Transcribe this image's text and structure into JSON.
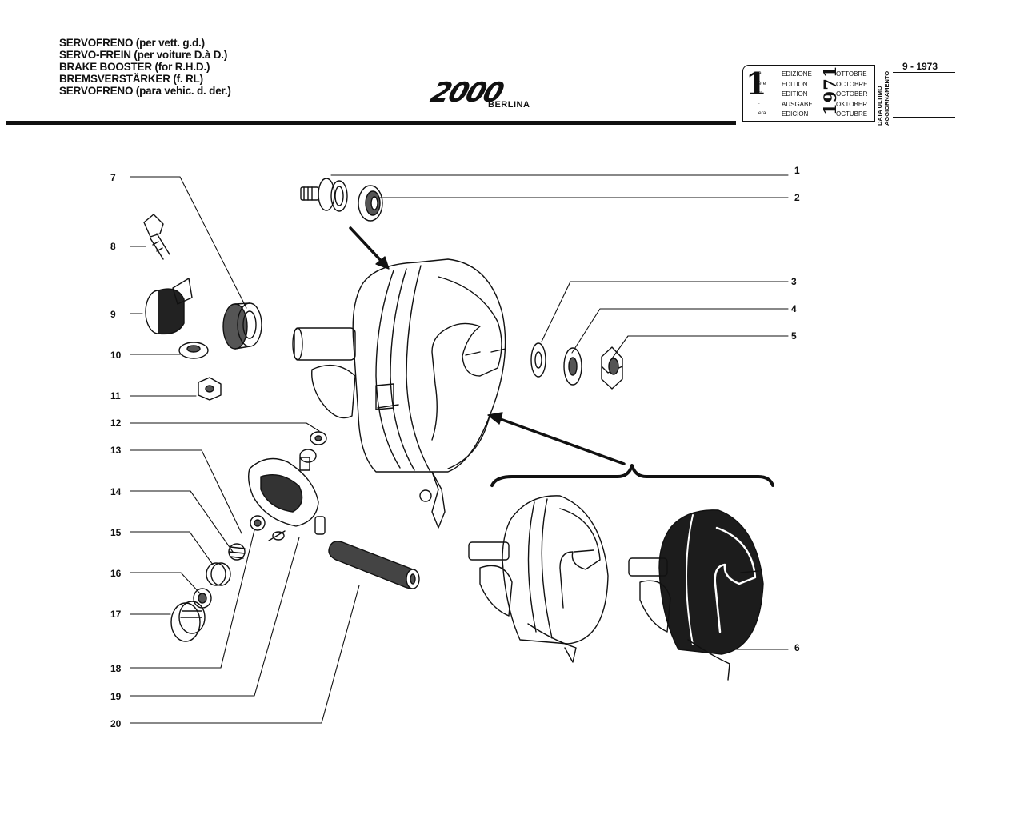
{
  "title_lines": [
    "SERVOFRENO (per vett. g.d.)",
    "SERVO-FREIN (per voiture D.à D.)",
    "BRAKE BOOSTER (for R.H.D.)",
    "BREMSVERSTÄRKER (f. RL)",
    "SERVOFRENO (para vehic. d. der.)"
  ],
  "logo": {
    "model": "2000",
    "variant": "BERLINA"
  },
  "edition": {
    "number": "1",
    "suffixes": [
      "a",
      "ère",
      "st",
      ".",
      "era"
    ],
    "labels": [
      "EDIZIONE",
      "EDITION",
      "EDITION",
      "AUSGABE",
      "EDICION"
    ],
    "months": [
      "OTTOBRE",
      "OCTOBRE",
      "OCTOBER",
      "OKTOBER",
      "OCTUBRE"
    ],
    "year": "1971"
  },
  "last_update": {
    "label_lines": [
      "DATA ULTIMO",
      "AGGIORNAMENTO"
    ],
    "value": "9 - 1973"
  },
  "callouts": [
    "1",
    "2",
    "3",
    "4",
    "5",
    "6",
    "7",
    "8",
    "9",
    "10",
    "11",
    "12",
    "13",
    "14",
    "15",
    "16",
    "17",
    "18",
    "19",
    "20"
  ]
}
